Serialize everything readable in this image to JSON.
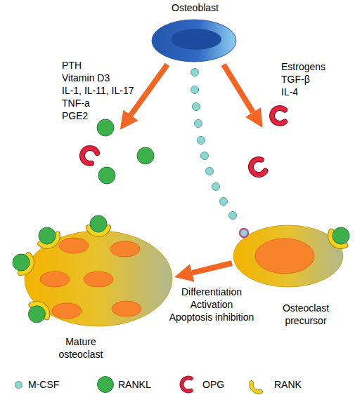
{
  "diagram": {
    "nodes": [
      {
        "text": [
          "Osteoblast"
        ]
      },
      {
        "text": [
          "Mature osteoclast"
        ]
      },
      {
        "text": [
          "Osteoclast precursor"
        ]
      }
    ],
    "edges": [
      {
        "from": 2,
        "to": 1,
        "arrow": "to",
        "label": "Differentiation Activation Apoptosis inhibition"
      }
    ],
    "labels": [
      "PTH",
      "Vitamin D3",
      "IL-1, IL-11, IL-17",
      "TNF-a",
      "PGE2",
      "Estrogens",
      "TGF-β",
      "IL-4"
    ],
    "legend": [
      {
        "text": "M-CSF",
        "color": "#8ed6d0"
      },
      {
        "text": "RANKL",
        "color": "#3db04b"
      },
      {
        "text": "OPG"
      },
      {
        "text": "RANK"
      }
    ]
  }
}
